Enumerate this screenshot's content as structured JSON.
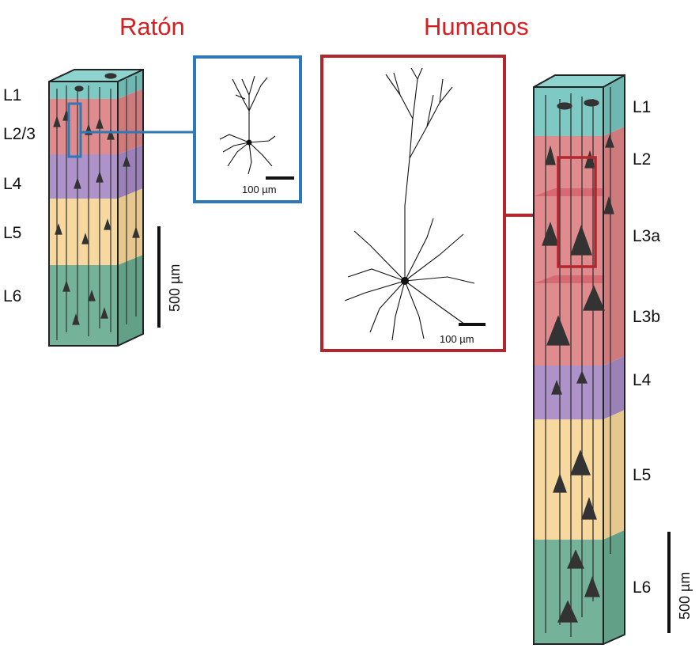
{
  "mouse": {
    "title": "Ratón",
    "layers": [
      "L1",
      "L2/3",
      "L4",
      "L5",
      "L6"
    ],
    "scalebar_label": "500 µm",
    "inset_scale_label": "100 µm"
  },
  "human": {
    "title": "Humanos",
    "layers": [
      "L1",
      "L2",
      "L3a",
      "L3b",
      "L4",
      "L5",
      "L6"
    ],
    "scalebar_label": "500 µm",
    "inset_scale_label": "100 µm"
  },
  "colors": {
    "title": "#d81e1e",
    "mouse_highlight": "#2f78b7",
    "human_highlight": "#b3262e",
    "layer_L1": "#7fc9c4",
    "layer_L2_3": "#e08c8f",
    "layer_L4": "#ad93c9",
    "layer_L5": "#f7d9a0",
    "layer_L6": "#74b39a"
  }
}
